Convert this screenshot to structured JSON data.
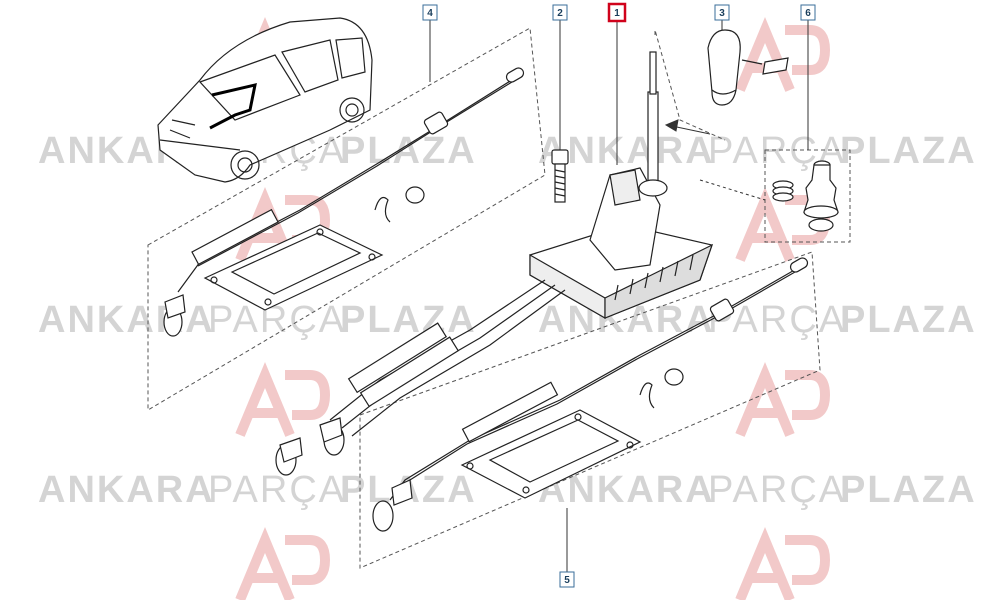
{
  "watermark": {
    "word_bold_1": "ANKARA",
    "word_light": "PARÇA",
    "word_bold_2": "PLAZA",
    "logo_text": "AP",
    "color": "#cfcfcf",
    "logo_color": "#f2c9c9"
  },
  "callouts": [
    {
      "id": "callout-1",
      "label": "1",
      "highlight": true,
      "border_color": "#d0021b"
    },
    {
      "id": "callout-2",
      "label": "2",
      "highlight": false,
      "border_color": "#3a6e9a"
    },
    {
      "id": "callout-3",
      "label": "3",
      "highlight": false,
      "border_color": "#3a6e9a"
    },
    {
      "id": "callout-4",
      "label": "4",
      "highlight": false,
      "border_color": "#3a6e9a"
    },
    {
      "id": "callout-5",
      "label": "5",
      "highlight": false,
      "border_color": "#3a6e9a"
    },
    {
      "id": "callout-6",
      "label": "6",
      "highlight": false,
      "border_color": "#3a6e9a"
    }
  ],
  "icons": [
    "car-outline-icon",
    "bolt-icon",
    "gear-knob-icon",
    "seal-ring-icon",
    "spring-icon",
    "boot-icon",
    "cable-end-icon",
    "gasket-plate-icon"
  ]
}
